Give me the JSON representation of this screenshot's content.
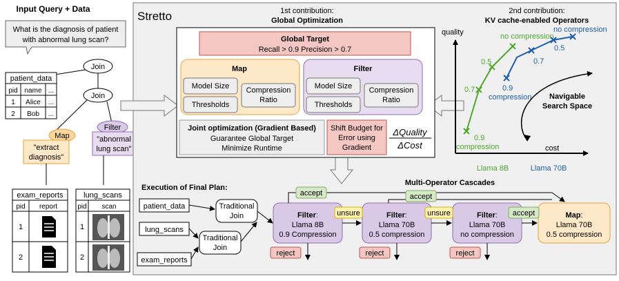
{
  "left": {
    "title": "Input Query + Data",
    "query_line1": "What is the diagnosis of patient",
    "query_line2": "with abnormal lung scan?",
    "join_label": "Join",
    "patient_table": {
      "name": "patient_data",
      "headers": [
        "pid",
        "name",
        "..."
      ],
      "rows": [
        [
          "1",
          "Alice",
          "..."
        ],
        [
          "2",
          "Bob",
          "..."
        ]
      ]
    },
    "map_label": "Map",
    "map_text_line1": "\"extract",
    "map_text_line2": "diagnosis\"",
    "filter_label": "Filter",
    "filter_text_line1": "\"abnormal",
    "filter_text_line2": "lung scan\"",
    "exam_table": {
      "name": "exam_reports",
      "headers": [
        "pid",
        "report"
      ],
      "rows": [
        "1",
        "2"
      ]
    },
    "lung_table": {
      "name": "lung_scans",
      "headers": [
        "pid",
        "scan"
      ],
      "rows": [
        "1",
        "2"
      ]
    }
  },
  "stretto": {
    "title": "Stretto",
    "contrib1_line1": "1st contribution:",
    "contrib1_line2": "Global Optimization",
    "global_target_title": "Global Target",
    "global_target_text": "Recall > 0.9 Precision > 0.7",
    "map_title": "Map",
    "filter_title": "Filter",
    "model_size": "Model Size",
    "thresholds": "Thresholds",
    "compression_line1": "Compression",
    "compression_line2": "Ratio",
    "joint_title": "Joint optimization (Gradient Based)",
    "joint_line1": "Guarantee Global Target",
    "joint_line2": "Minimize Runtime",
    "shift_line1": "Shift Budget for",
    "shift_line2": "Error using",
    "shift_line3": "Gradient",
    "delta_quality": "ΔQuality",
    "delta_cost": "ΔCost"
  },
  "kv": {
    "contrib2_line1": "2nd contribution:",
    "contrib2_line2": "KV cache-enabled Operators",
    "y_axis": "quality",
    "x_axis": "cost",
    "navigable_line1": "Navigable",
    "navigable_line2": "Search Space",
    "series_8b": {
      "name": "Llama 8B",
      "color": "#4ea72e",
      "labels": [
        "no compression",
        "0.5",
        "0.7",
        "0.9",
        "compression"
      ]
    },
    "series_70b": {
      "name": "Llama 70B",
      "color": "#1f5fa8",
      "labels": [
        "no compression",
        "0.5",
        "0.7",
        "0.9",
        "compression"
      ]
    }
  },
  "plan": {
    "title": "Execution of Final Plan:",
    "cascade_title": "Multi-Operator Cascades",
    "inputs": [
      "patient_data",
      "lung_scans",
      "exam_reports"
    ],
    "join_line1": "Traditional",
    "join_line2": "Join",
    "filter_word": "Filter",
    "filters": [
      {
        "model": "Llama 8B",
        "comp": "0.9 Compression"
      },
      {
        "model": "Llama 70B",
        "comp": "0.5 compression"
      },
      {
        "model": "Llama 70B",
        "comp": "no compression"
      }
    ],
    "map_word": "Map",
    "map_model": "Llama 70B",
    "map_comp": "0.5 compression",
    "accept": "accept",
    "unsure": "unsure",
    "reject": "reject"
  }
}
